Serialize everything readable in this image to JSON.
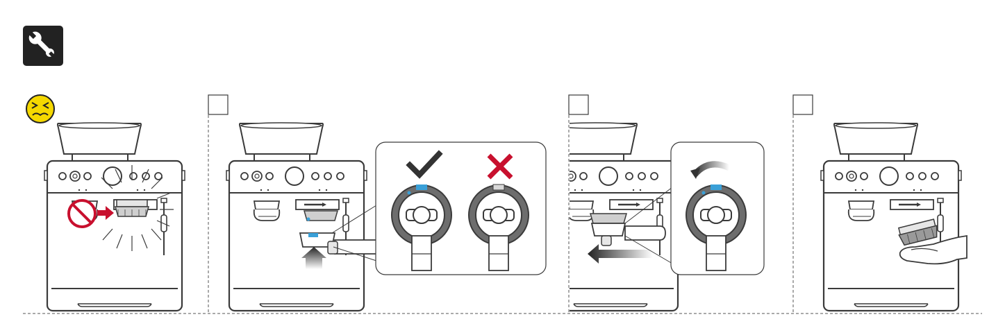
{
  "header": {
    "icon": "wrench-icon",
    "icon_bg": "#222222",
    "icon_fg": "#ffffff"
  },
  "panels": [
    {
      "id": "problem",
      "status_icon": "distressed-face-icon",
      "status_color": "#f5d800",
      "warning_icon": "prohibited-icon",
      "warning_color": "#c8102e",
      "step_number": ""
    },
    {
      "id": "step-1",
      "step_number": "",
      "callout_ok_icon": "checkmark-icon",
      "callout_bad_icon": "x-mark-icon",
      "ok_color": "#333333",
      "bad_color": "#c8102e",
      "accent_color": "#3aa0d8"
    },
    {
      "id": "step-2",
      "step_number": "",
      "callout_icon": "rotate-counterclockwise-icon",
      "accent_color": "#3aa0d8"
    },
    {
      "id": "step-3",
      "step_number": ""
    }
  ],
  "colors": {
    "line": "#3a3a3a",
    "divider": "#555555",
    "shade": "#d9d9d9",
    "dark_shade": "#6d6d6d"
  }
}
